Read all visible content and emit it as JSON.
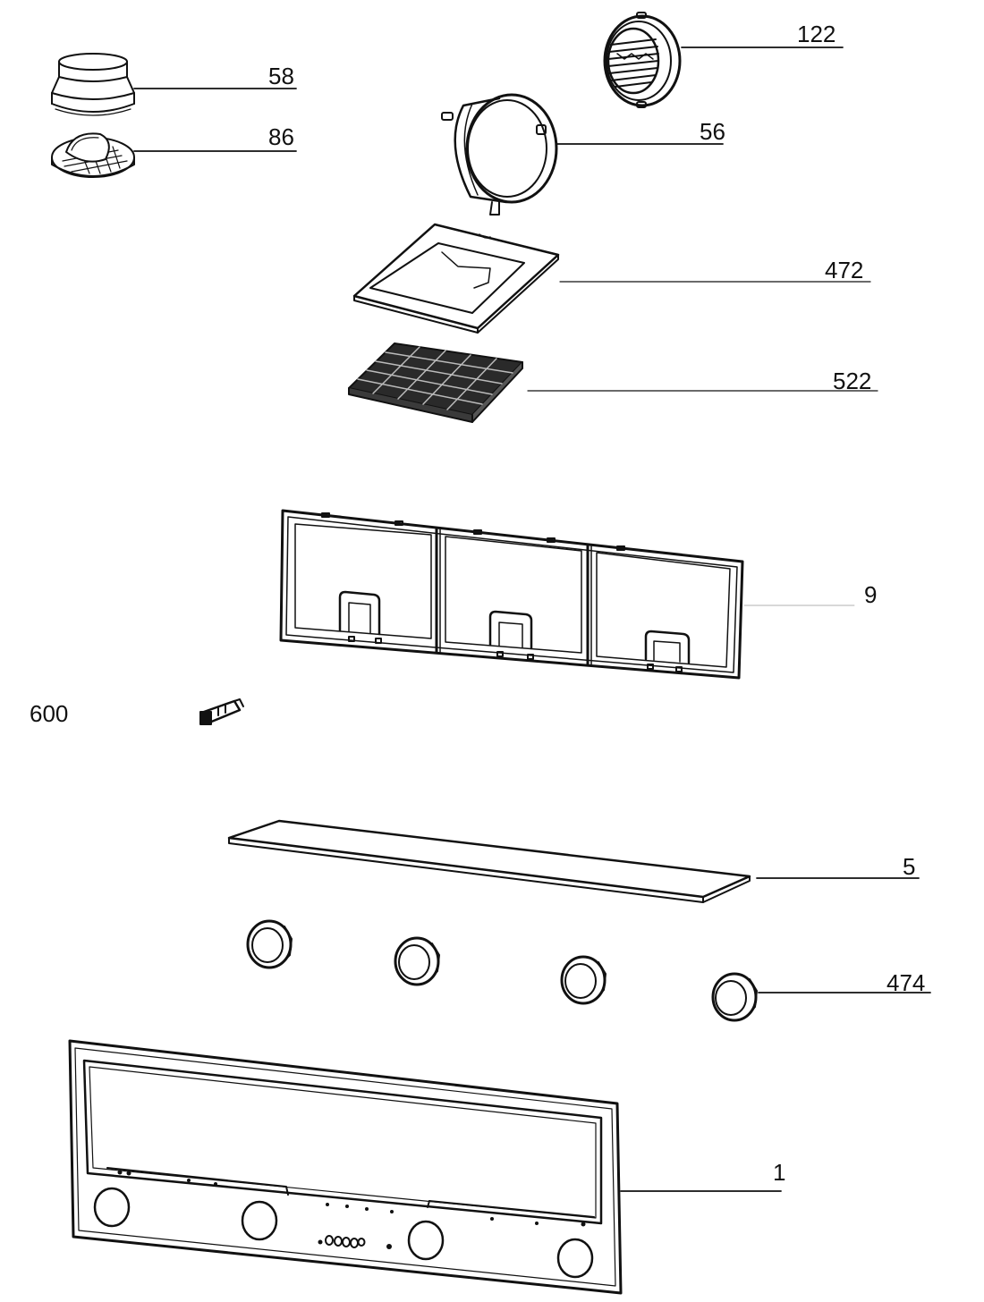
{
  "labels": {
    "p122": "122",
    "p58": "58",
    "p86": "86",
    "p56": "56",
    "p472": "472",
    "p522": "522",
    "p9": "9",
    "p600": "600",
    "p5": "5",
    "p474": "474",
    "p1": "1"
  },
  "colors": {
    "ink": "#111111",
    "filter_dark": "#2a2a2a",
    "paper": "#ffffff"
  }
}
